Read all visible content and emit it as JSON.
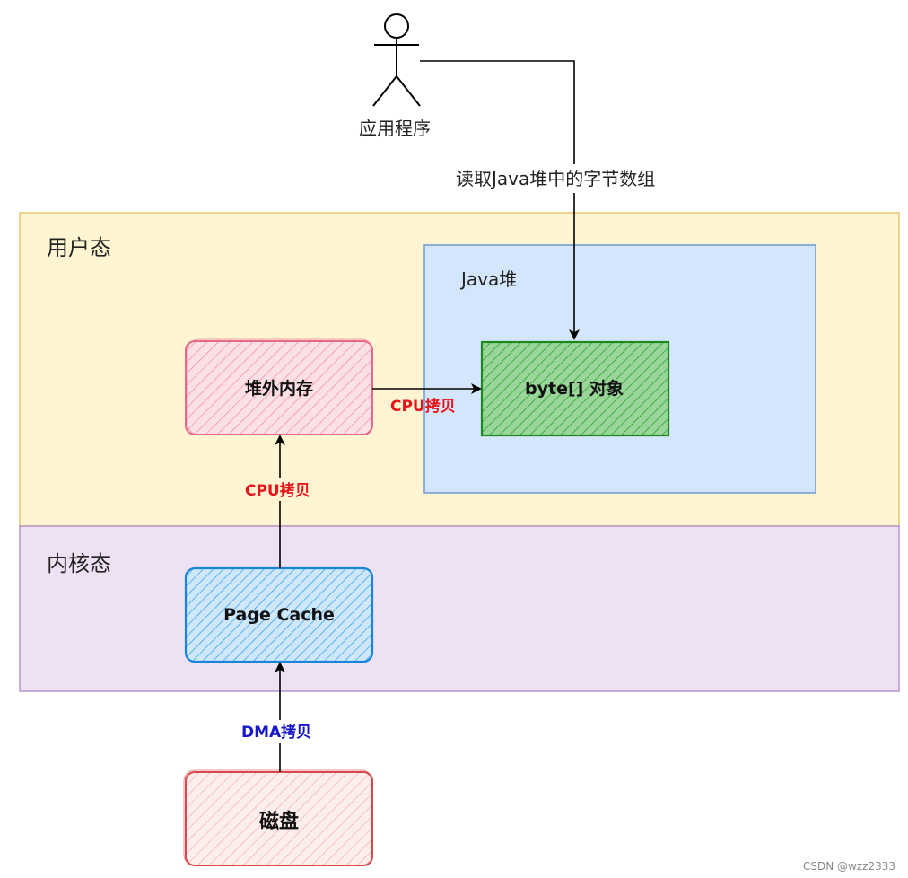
{
  "actor": {
    "label": "应用程序"
  },
  "edges": {
    "read_label": "读取Java堆中的字节数组",
    "cpu_copy_horizontal": "CPU拷贝",
    "cpu_copy_vertical": "CPU拷贝",
    "dma_copy": "DMA拷贝"
  },
  "zones": {
    "user_space": {
      "label": "用户态",
      "fill": "#fff5d2",
      "stroke": "#e8c46e"
    },
    "kernel_space": {
      "label": "内核态",
      "fill": "#eee1f3",
      "stroke": "#b496c8"
    },
    "java_heap": {
      "label": "Java堆",
      "fill": "#d3e6fb",
      "stroke": "#6d9ad1"
    }
  },
  "boxes": {
    "offheap": {
      "label": "堆外内存",
      "stroke": "#e7698b",
      "hatch": "#f09ab0",
      "fill": "#f9d3dc"
    },
    "byte_array": {
      "label": "byte[] 对象",
      "stroke": "#1e8a1e",
      "hatch": "#2aa02a",
      "fill": "#8fd08f"
    },
    "page_cache": {
      "label": "Page Cache",
      "stroke": "#1a86d8",
      "hatch": "#3aa4ec",
      "fill": "#bfe0f8"
    },
    "disk": {
      "label": "磁盘",
      "stroke": "#d84848",
      "hatch": "#f0a0a0",
      "fill": "#fbe4e4"
    }
  },
  "watermark": "CSDN @wzz2333"
}
